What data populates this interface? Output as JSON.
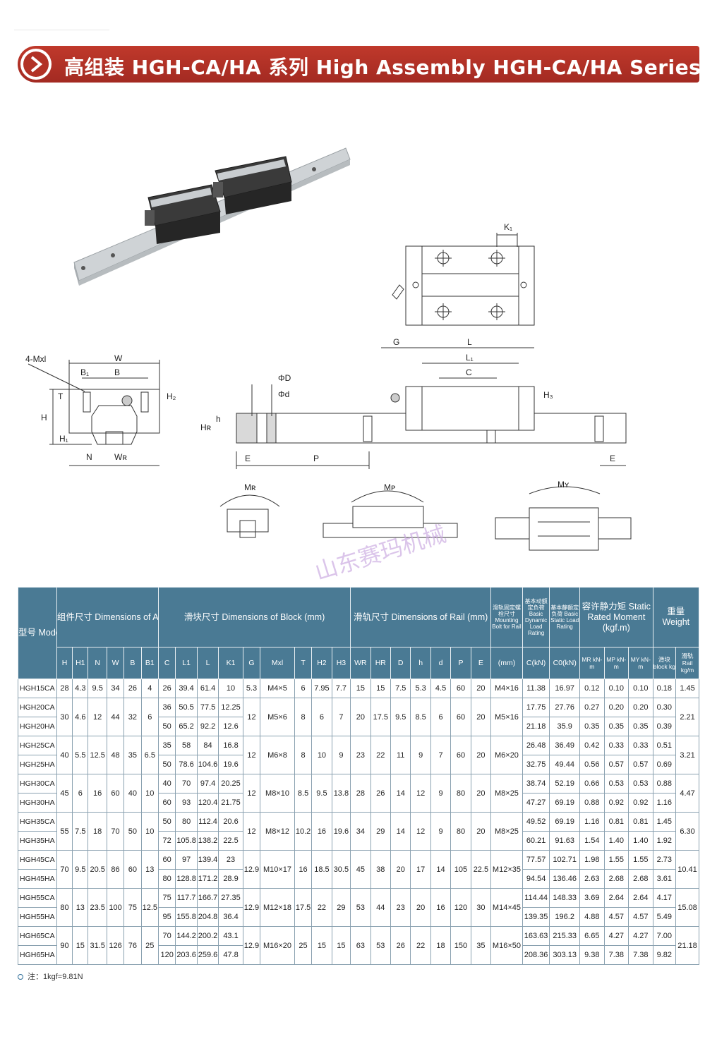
{
  "header": {
    "title": "高组装 HGH-CA/HA 系列  High Assembly HGH-CA/HA Series"
  },
  "watermark": "山东赛玛机械",
  "drawing_labels": {
    "front": [
      "4-Mxl",
      "W",
      "B1",
      "B",
      "T",
      "H2",
      "H",
      "H1",
      "N",
      "WR"
    ],
    "rail": [
      "ΦD",
      "Φd",
      "h",
      "HR",
      "E",
      "P",
      "E"
    ],
    "side": [
      "G",
      "L",
      "L1",
      "C",
      "H3"
    ],
    "top": [
      "K1"
    ],
    "moments": [
      "MR",
      "MP",
      "MY"
    ]
  },
  "table": {
    "group_headers": {
      "model": "型号 Model No.",
      "assembly": "组件尺寸 Dimensions of Assembly (mm)",
      "block": "滑块尺寸 Dimensions of Block (mm)",
      "rail": "滑轨尺寸 Dimensions of Rail (mm)",
      "bolt": "滑轨固定螺栓尺寸 Mounting Bolt for Rail",
      "dynamic": "基本动额定负荷 Basic Dynamic Load Rating",
      "static": "基本静额定负荷 Basic Static Load Rating",
      "moment": "容许静力矩 Static Rated Moment (kgf.m)",
      "weight": "重量 Weight"
    },
    "columns": [
      "H",
      "H1",
      "N",
      "W",
      "B",
      "B1",
      "C",
      "L1",
      "L",
      "K1",
      "G",
      "Mxl",
      "T",
      "H2",
      "H3",
      "WR",
      "HR",
      "D",
      "h",
      "d",
      "P",
      "E",
      "(mm)",
      "C(kN)",
      "C0(kN)",
      "MR kN-m",
      "MP kN-m",
      "MY kN-m",
      "滑块 block kg",
      "滑轨 Rail kg/m"
    ],
    "rows": [
      [
        "HGH15CA",
        "28",
        "4.3",
        "9.5",
        "34",
        "26",
        "4",
        "26",
        "39.4",
        "61.4",
        "10",
        "5.3",
        "M4×5",
        "6",
        "7.95",
        "7.7",
        "15",
        "15",
        "7.5",
        "5.3",
        "4.5",
        "60",
        "20",
        "M4×16",
        "11.38",
        "16.97",
        "0.12",
        "0.10",
        "0.10",
        "0.18",
        "1.45"
      ],
      [
        "HGH20CA",
        "30",
        "4.6",
        "12",
        "44",
        "32",
        "6",
        "36",
        "50.5",
        "77.5",
        "12.25",
        "12",
        "M5×6",
        "8",
        "6",
        "7",
        "20",
        "17.5",
        "9.5",
        "8.5",
        "6",
        "60",
        "20",
        "M5×16",
        "17.75",
        "27.76",
        "0.27",
        "0.20",
        "0.20",
        "0.30",
        "2.21"
      ],
      [
        "HGH20HA",
        "",
        "",
        "",
        "",
        "",
        "",
        "50",
        "65.2",
        "92.2",
        "12.6",
        "",
        "",
        "",
        "",
        "",
        "",
        "",
        "",
        "",
        "",
        "",
        "",
        "",
        "21.18",
        "35.9",
        "0.35",
        "0.35",
        "0.35",
        "0.39",
        ""
      ],
      [
        "HGH25CA",
        "40",
        "5.5",
        "12.5",
        "48",
        "35",
        "6.5",
        "35",
        "58",
        "84",
        "16.8",
        "12",
        "M6×8",
        "8",
        "10",
        "9",
        "23",
        "22",
        "11",
        "9",
        "7",
        "60",
        "20",
        "M6×20",
        "26.48",
        "36.49",
        "0.42",
        "0.33",
        "0.33",
        "0.51",
        "3.21"
      ],
      [
        "HGH25HA",
        "",
        "",
        "",
        "",
        "",
        "",
        "50",
        "78.6",
        "104.6",
        "19.6",
        "",
        "",
        "",
        "",
        "",
        "",
        "",
        "",
        "",
        "",
        "",
        "",
        "",
        "32.75",
        "49.44",
        "0.56",
        "0.57",
        "0.57",
        "0.69",
        ""
      ],
      [
        "HGH30CA",
        "45",
        "6",
        "16",
        "60",
        "40",
        "10",
        "40",
        "70",
        "97.4",
        "20.25",
        "12",
        "M8×10",
        "8.5",
        "9.5",
        "13.8",
        "28",
        "26",
        "14",
        "12",
        "9",
        "80",
        "20",
        "M8×25",
        "38.74",
        "52.19",
        "0.66",
        "0.53",
        "0.53",
        "0.88",
        "4.47"
      ],
      [
        "HGH30HA",
        "",
        "",
        "",
        "",
        "",
        "",
        "60",
        "93",
        "120.4",
        "21.75",
        "",
        "",
        "",
        "",
        "",
        "",
        "",
        "",
        "",
        "",
        "",
        "",
        "",
        "47.27",
        "69.19",
        "0.88",
        "0.92",
        "0.92",
        "1.16",
        ""
      ],
      [
        "HGH35CA",
        "55",
        "7.5",
        "18",
        "70",
        "50",
        "10",
        "50",
        "80",
        "112.4",
        "20.6",
        "12",
        "M8×12",
        "10.2",
        "16",
        "19.6",
        "34",
        "29",
        "14",
        "12",
        "9",
        "80",
        "20",
        "M8×25",
        "49.52",
        "69.19",
        "1.16",
        "0.81",
        "0.81",
        "1.45",
        "6.30"
      ],
      [
        "HGH35HA",
        "",
        "",
        "",
        "",
        "",
        "",
        "72",
        "105.8",
        "138.2",
        "22.5",
        "",
        "",
        "",
        "",
        "",
        "",
        "",
        "",
        "",
        "",
        "",
        "",
        "",
        "60.21",
        "91.63",
        "1.54",
        "1.40",
        "1.40",
        "1.92",
        ""
      ],
      [
        "HGH45CA",
        "70",
        "9.5",
        "20.5",
        "86",
        "60",
        "13",
        "60",
        "97",
        "139.4",
        "23",
        "12.9",
        "M10×17",
        "16",
        "18.5",
        "30.5",
        "45",
        "38",
        "20",
        "17",
        "14",
        "105",
        "22.5",
        "M12×35",
        "77.57",
        "102.71",
        "1.98",
        "1.55",
        "1.55",
        "2.73",
        "10.41"
      ],
      [
        "HGH45HA",
        "",
        "",
        "",
        "",
        "",
        "",
        "80",
        "128.8",
        "171.2",
        "28.9",
        "",
        "",
        "",
        "",
        "",
        "",
        "",
        "",
        "",
        "",
        "",
        "",
        "",
        "94.54",
        "136.46",
        "2.63",
        "2.68",
        "2.68",
        "3.61",
        ""
      ],
      [
        "HGH55CA",
        "80",
        "13",
        "23.5",
        "100",
        "75",
        "12.5",
        "75",
        "117.7",
        "166.7",
        "27.35",
        "12.9",
        "M12×18",
        "17.5",
        "22",
        "29",
        "53",
        "44",
        "23",
        "20",
        "16",
        "120",
        "30",
        "M14×45",
        "114.44",
        "148.33",
        "3.69",
        "2.64",
        "2.64",
        "4.17",
        "15.08"
      ],
      [
        "HGH55HA",
        "",
        "",
        "",
        "",
        "",
        "",
        "95",
        "155.8",
        "204.8",
        "36.4",
        "",
        "",
        "",
        "",
        "",
        "",
        "",
        "",
        "",
        "",
        "",
        "",
        "",
        "139.35",
        "196.2",
        "4.88",
        "4.57",
        "4.57",
        "5.49",
        ""
      ],
      [
        "HGH65CA",
        "90",
        "15",
        "31.5",
        "126",
        "76",
        "25",
        "70",
        "144.2",
        "200.2",
        "43.1",
        "12.9",
        "M16×20",
        "25",
        "15",
        "15",
        "63",
        "53",
        "26",
        "22",
        "18",
        "150",
        "35",
        "M16×50",
        "163.63",
        "215.33",
        "6.65",
        "4.27",
        "4.27",
        "7.00",
        "21.18"
      ],
      [
        "HGH65HA",
        "",
        "",
        "",
        "",
        "",
        "",
        "120",
        "203.6",
        "259.6",
        "47.8",
        "",
        "",
        "",
        "",
        "",
        "",
        "",
        "",
        "",
        "",
        "",
        "",
        "",
        "208.36",
        "303.13",
        "9.38",
        "7.38",
        "7.38",
        "9.82",
        ""
      ]
    ]
  },
  "note": "注：1kgf=9.81N"
}
